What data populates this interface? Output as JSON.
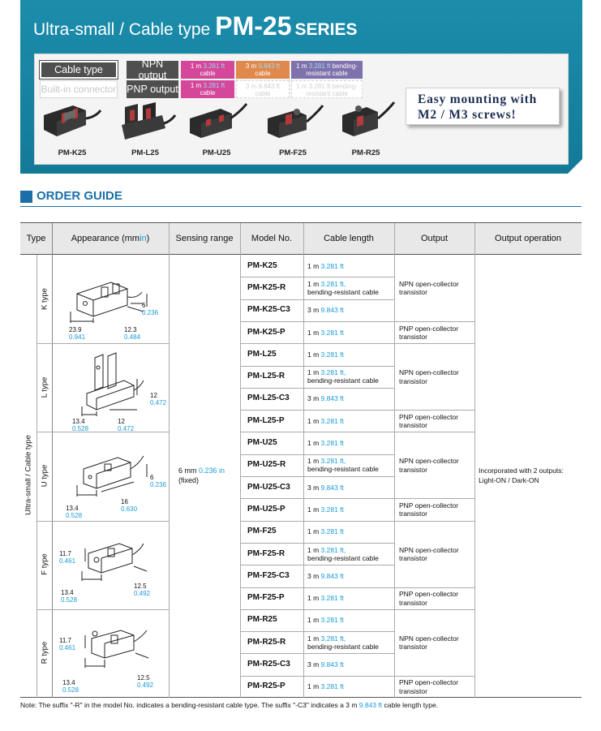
{
  "banner": {
    "title_prefix": "Ultra-small / Cable type",
    "title_model": "PM-25",
    "title_series": "SERIES",
    "selector": {
      "cable_type": "Cable type",
      "builtin_connector": "Built-in connector",
      "npn_output": "NPN output",
      "pnp_output": "PNP output",
      "npn_options": [
        {
          "m": "1 m",
          "ft": "3.281 ft",
          "line2": "cable"
        },
        {
          "m": "3 m",
          "ft": "9.843 ft",
          "line2": "cable"
        },
        {
          "m": "1 m",
          "ft": "3.281 ft",
          "tail": "bending-",
          "line2": "resistant cable"
        }
      ],
      "pnp_options": [
        {
          "m": "1 m",
          "ft": "3.281 ft",
          "line2": "cable"
        },
        {
          "m": "3 m",
          "ft": "9.843 ft",
          "line2": "cable"
        },
        {
          "m": "1 m",
          "ft": "3.281 ft",
          "tail": "bending-",
          "line2": "resistant cable"
        }
      ]
    },
    "products": [
      "PM-K25",
      "PM-L25",
      "PM-U25",
      "PM-F25",
      "PM-R25"
    ],
    "mounting": {
      "line1": "Easy mounting with",
      "line2": "M2 / M3 screws!"
    }
  },
  "order_guide": {
    "title": "ORDER GUIDE",
    "headers": {
      "type": "Type",
      "appearance": "Appearance (mm ",
      "appearance_unit": "in",
      "appearance_close": ")",
      "sensing": "Sensing range",
      "model": "Model No.",
      "cable": "Cable length",
      "output": "Output",
      "operation": "Output operation"
    },
    "type_outer": "Ultra-small / Cable type",
    "sensing_range": {
      "mm": "6 mm",
      "inch": "0.236 in",
      "fixed": "(fixed)"
    },
    "output_operation": "Incorporated with 2 outputs: Light-ON / Dark-ON",
    "npn_output": "NPN open-collector transistor",
    "pnp_output": "PNP open-collector transistor",
    "groups": [
      {
        "type": "K type",
        "dims": [
          {
            "mm": "23.9",
            "in": "0.941"
          },
          {
            "mm": "12.3",
            "in": "0.484"
          },
          {
            "mm": "6",
            "in": "0.236"
          }
        ],
        "rows": [
          {
            "model": "PM-K25",
            "m": "1 m",
            "ft": "3.281 ft",
            "extra": ""
          },
          {
            "model": "PM-K25-R",
            "m": "1 m",
            "ft": "3.281 ft,",
            "extra": "bending-resistant cable"
          },
          {
            "model": "PM-K25-C3",
            "m": "3 m",
            "ft": "9.843 ft",
            "extra": ""
          },
          {
            "model": "PM-K25-P",
            "m": "1 m",
            "ft": "3.281 ft",
            "extra": ""
          }
        ]
      },
      {
        "type": "L type",
        "dims": [
          {
            "mm": "13.4",
            "in": "0.528"
          },
          {
            "mm": "12",
            "in": "0.472"
          },
          {
            "mm": "12",
            "in": "0.472"
          }
        ],
        "rows": [
          {
            "model": "PM-L25",
            "m": "1 m",
            "ft": "3.281 ft",
            "extra": ""
          },
          {
            "model": "PM-L25-R",
            "m": "1 m",
            "ft": "3.281 ft,",
            "extra": "bending-resistant cable"
          },
          {
            "model": "PM-L25-C3",
            "m": "3 m",
            "ft": "9.843 ft",
            "extra": ""
          },
          {
            "model": "PM-L25-P",
            "m": "1 m",
            "ft": "3.281 ft",
            "extra": ""
          }
        ]
      },
      {
        "type": "U type",
        "dims": [
          {
            "mm": "13.4",
            "in": "0.528"
          },
          {
            "mm": "16",
            "in": "0.630"
          },
          {
            "mm": "6",
            "in": "0.236"
          }
        ],
        "rows": [
          {
            "model": "PM-U25",
            "m": "1 m",
            "ft": "3.281 ft",
            "extra": ""
          },
          {
            "model": "PM-U25-R",
            "m": "1 m",
            "ft": "3.281 ft,",
            "extra": "bending-resistant cable"
          },
          {
            "model": "PM-U25-C3",
            "m": "3 m",
            "ft": "9.843 ft",
            "extra": ""
          },
          {
            "model": "PM-U25-P",
            "m": "1 m",
            "ft": "3.281 ft",
            "extra": ""
          }
        ]
      },
      {
        "type": "F type",
        "dims": [
          {
            "mm": "11.7",
            "in": "0.461"
          },
          {
            "mm": "13.4",
            "in": "0.528"
          },
          {
            "mm": "12.5",
            "in": "0.492"
          }
        ],
        "rows": [
          {
            "model": "PM-F25",
            "m": "1 m",
            "ft": "3.281 ft",
            "extra": ""
          },
          {
            "model": "PM-F25-R",
            "m": "1 m",
            "ft": "3.281 ft,",
            "extra": "bending-resistant cable"
          },
          {
            "model": "PM-F25-C3",
            "m": "3 m",
            "ft": "9.843 ft",
            "extra": ""
          },
          {
            "model": "PM-F25-P",
            "m": "1 m",
            "ft": "3.281 ft",
            "extra": ""
          }
        ]
      },
      {
        "type": "R type",
        "dims": [
          {
            "mm": "11.7",
            "in": "0.461"
          },
          {
            "mm": "13.4",
            "in": "0.528"
          },
          {
            "mm": "12.5",
            "in": "0.492"
          }
        ],
        "rows": [
          {
            "model": "PM-R25",
            "m": "1 m",
            "ft": "3.281 ft",
            "extra": ""
          },
          {
            "model": "PM-R25-R",
            "m": "1 m",
            "ft": "3.281 ft,",
            "extra": "bending-resistant cable"
          },
          {
            "model": "PM-R25-C3",
            "m": "3 m",
            "ft": "9.843 ft",
            "extra": ""
          },
          {
            "model": "PM-R25-P",
            "m": "1 m",
            "ft": "3.281 ft",
            "extra": ""
          }
        ]
      }
    ],
    "note": {
      "part1": "Note:  The suffix \"-R\" in the model No. indicates a bending-resistant cable type. The suffix \"-C3\" indicates a 3 m ",
      "ft": "9.843 ft",
      "part2": " cable length type."
    }
  }
}
